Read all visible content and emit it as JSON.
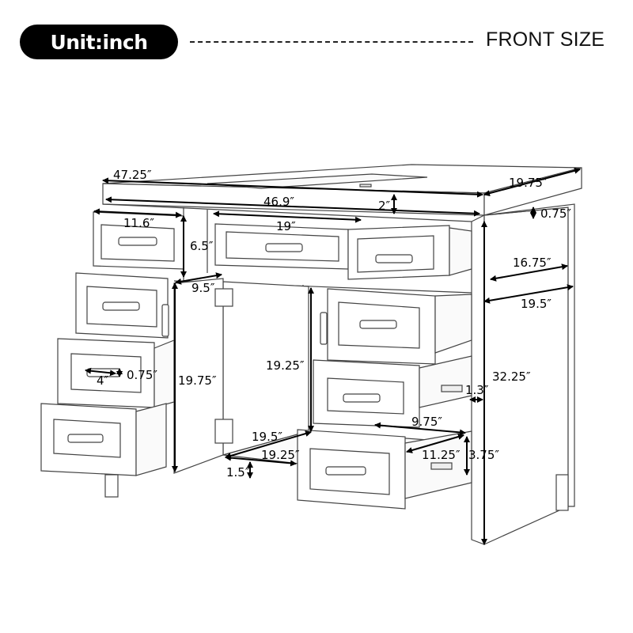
{
  "header": {
    "unit_label": "Unit:inch",
    "view_label": "FRONT SIZE"
  },
  "diagram": {
    "subject": "bathroom vanity cabinet with drawers and double-door center compartment",
    "line_color": "#333333",
    "dimension_color": "#000000",
    "dimensions": {
      "top_overall_width": "47.25″",
      "top_depth": "19.75″",
      "cabinet_width": "46.9″",
      "top_thickness_gap": "2″",
      "top_slab_thickness": "0.75″",
      "left_drawer_width": "11.6″",
      "left_drawer_height": "6.5″",
      "center_drawer_width": "19″",
      "side_inner_depth": "16.75″",
      "side_outer_depth": "19.5″",
      "door_width": "9.5″",
      "door_height": "19.75″",
      "handle_length": "4″",
      "handle_height": "0.75″",
      "inner_compartment_height": "19.25″",
      "inner_compartment_depth": "19.5″",
      "inner_compartment_width": "19.25″",
      "bottom_kick_height": "1.5″",
      "overall_height": "32.25″",
      "side_panel_offset": "1.3″",
      "drawer_inner_width": "9.75″",
      "drawer_inner_depth": "11.25″",
      "drawer_inner_height": "3.75″"
    }
  }
}
